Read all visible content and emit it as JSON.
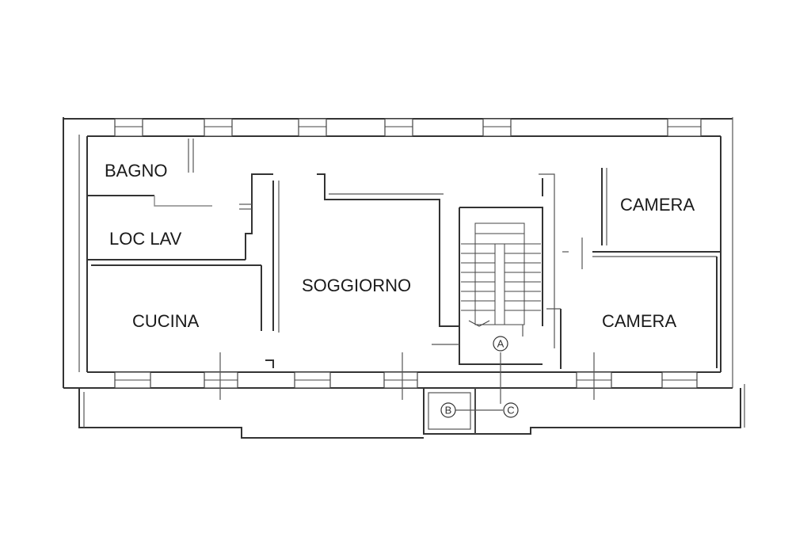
{
  "rooms": {
    "bagno": "BAGNO",
    "loc_lav": "LOC LAV",
    "cucina": "CUCINA",
    "soggiorno": "SOGGIORNO",
    "camera_top": "CAMERA",
    "camera_bottom": "CAMERA"
  },
  "markers": {
    "a": "A",
    "b": "B",
    "c": "C"
  }
}
